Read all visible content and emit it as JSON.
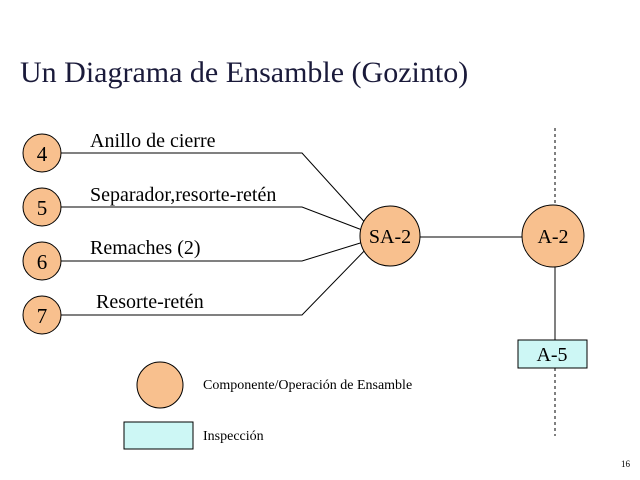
{
  "slide": {
    "title": "Un Diagrama de Ensamble (Gozinto)",
    "page_number": "16"
  },
  "components": [
    {
      "number": "4",
      "label": "Anillo de cierre"
    },
    {
      "number": "5",
      "label": "Separador,resorte-retén"
    },
    {
      "number": "6",
      "label": "Remaches (2)"
    },
    {
      "number": "7",
      "label": "Resorte-retén"
    }
  ],
  "subassembly": {
    "label": "SA-2"
  },
  "assembly": {
    "label": "A-2"
  },
  "inspection": {
    "label": "A-5"
  },
  "legend": {
    "operation_label": "Componente/Operación de Ensamble",
    "inspection_label": "Inspección"
  },
  "colors": {
    "circle_fill": "#f8c08e",
    "inspection_fill": "#cdf7f5",
    "line": "#000000"
  }
}
